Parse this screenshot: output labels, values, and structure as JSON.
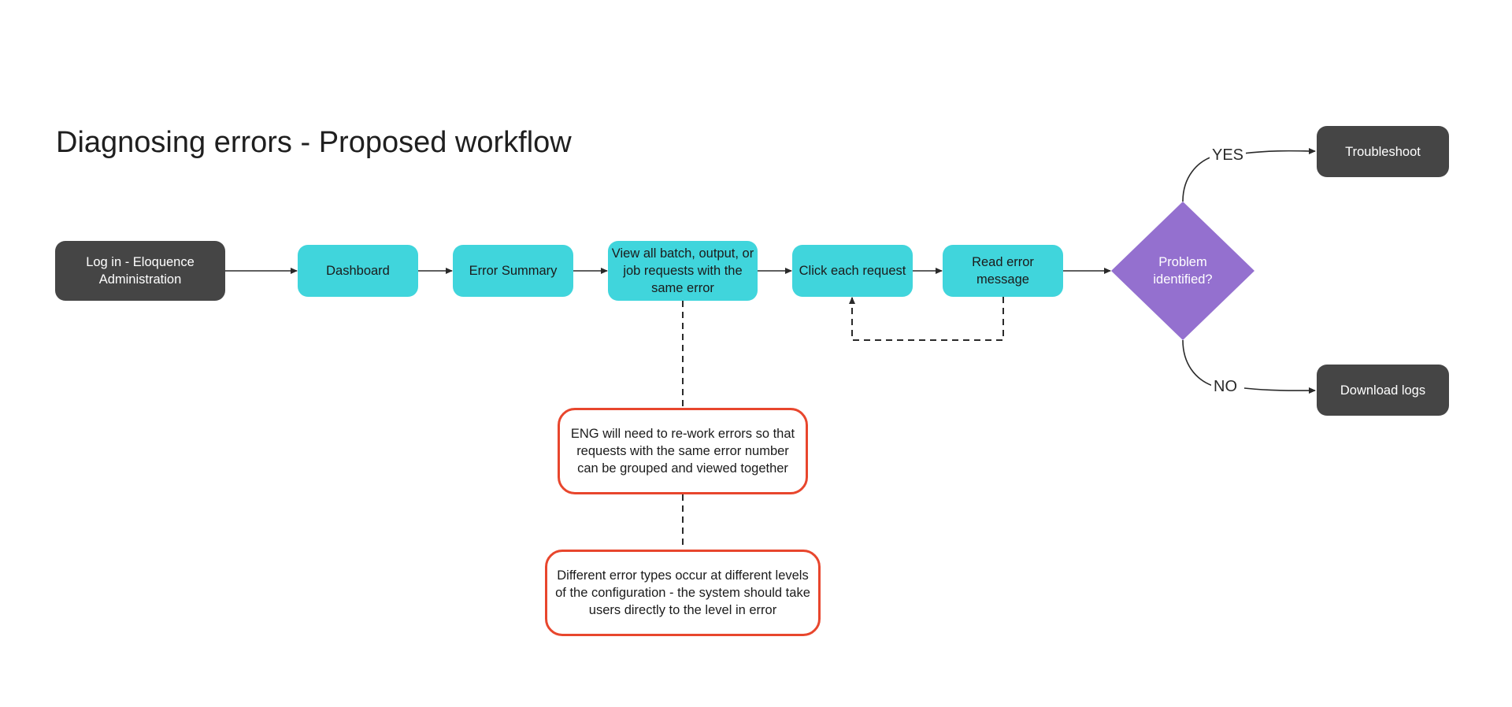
{
  "title": "Diagnosing errors - Proposed workflow",
  "nodes": {
    "login": "Log in - Eloquence Administration",
    "dashboard": "Dashboard",
    "error_summary": "Error Summary",
    "view_requests": "View all batch, output, or job requests with the same error",
    "click_request": "Click each request",
    "read_error": "Read error message",
    "decision": "Problem identified?",
    "troubleshoot": "Troubleshoot",
    "download_logs": "Download logs"
  },
  "branches": {
    "yes": "YES",
    "no": "NO"
  },
  "notes": {
    "rework_errors": "ENG will need to re-work errors so that requests with the same error number can be grouped and viewed together",
    "error_levels": "Different error types occur at different levels of the configuration - the system should take users directly to the level in error"
  },
  "colors": {
    "dark_node": "#454545",
    "process_node": "#40d5dc",
    "decision_node": "#9470cf",
    "note_border": "#e8462d",
    "connector": "#2a2a2a"
  }
}
